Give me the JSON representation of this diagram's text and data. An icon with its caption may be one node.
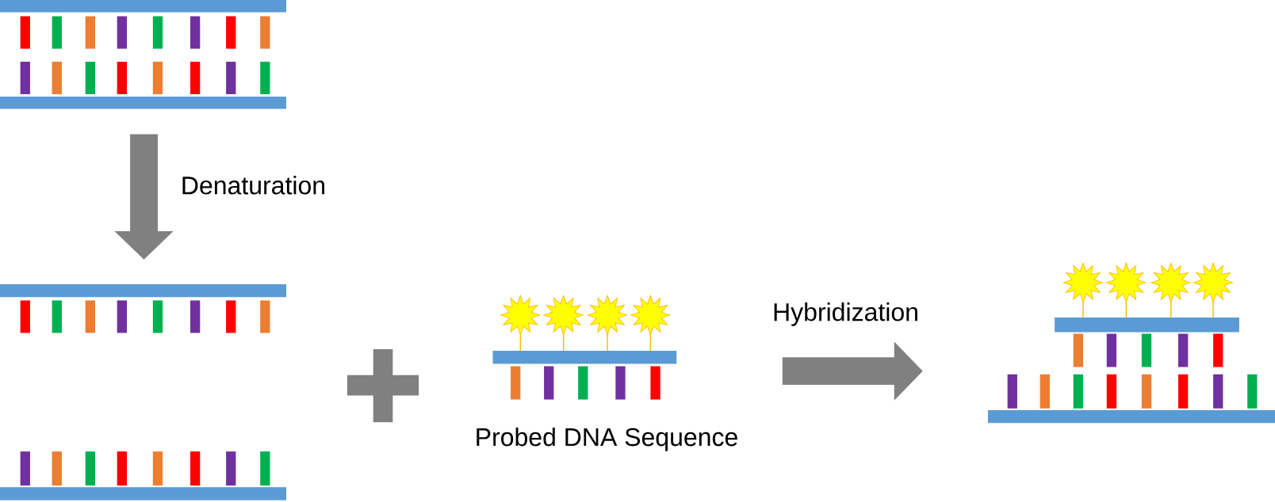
{
  "diagram": {
    "nodes": [
      {
        "text": [],
        "shape": "picture"
      },
      {
        "text": [],
        "shape": "picture"
      },
      {
        "text": [],
        "shape": "picture",
        "beside": [
          "Probed DNA Sequence"
        ]
      },
      {
        "text": [],
        "shape": "picture"
      }
    ],
    "edges": [
      {
        "from": 0,
        "to": 1,
        "arrow": "to",
        "label": "Denaturation"
      },
      {
        "from": 2,
        "to": 3,
        "arrow": "to",
        "label": "Hybridization"
      }
    ]
  }
}
